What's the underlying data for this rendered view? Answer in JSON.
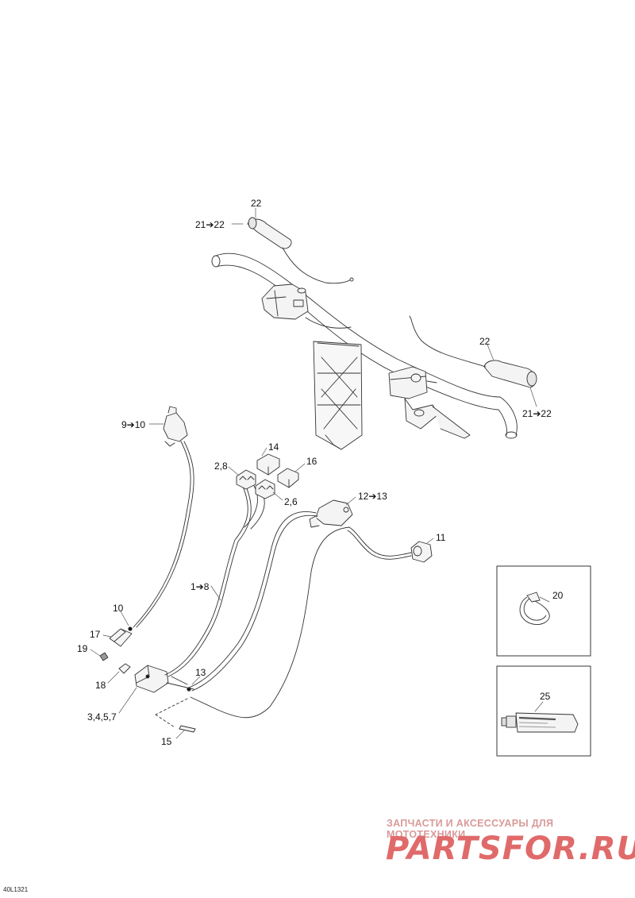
{
  "drawing_ref": "40L1321",
  "watermark": {
    "tagline": "ЗАПЧАСТИ И АКСЕССУАРЫ ДЛЯ МОТОТЕХНИКИ",
    "logo": "PARTSFOR.RU"
  },
  "callouts": {
    "c22_top": "22",
    "c21_22_top": "21➔22",
    "c22_right": "22",
    "c21_22_right": "21➔22",
    "c9_10": "9➔10",
    "c14": "14",
    "c2_8": "2,8",
    "c16": "16",
    "c2_6": "2,6",
    "c12_13": "12➔13",
    "c11": "11",
    "c1_8": "1➔8",
    "c10": "10",
    "c17": "17",
    "c19": "19",
    "c18": "18",
    "c13": "13",
    "c3_4_5_7": "3,4,5,7",
    "c15": "15",
    "c20": "20",
    "c25": "25"
  },
  "colors": {
    "line": "#333333",
    "fill": "#f2f2f2",
    "watermark": "#e06a6a"
  }
}
